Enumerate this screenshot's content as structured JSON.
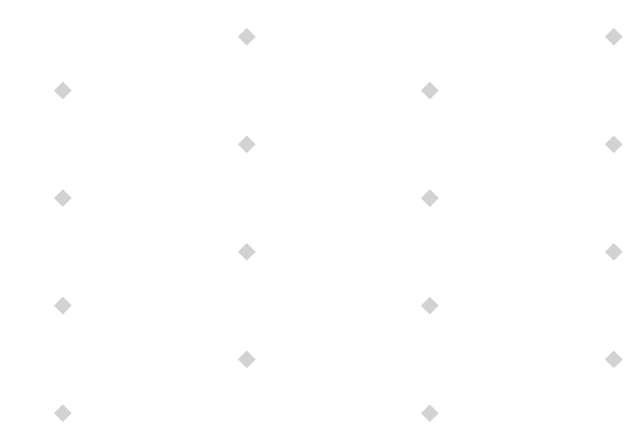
{
  "pattern": {
    "shape": "diamond",
    "color": "#d2d2d2",
    "background": "#ffffff",
    "layout": "staggered-grid",
    "count": 16
  }
}
